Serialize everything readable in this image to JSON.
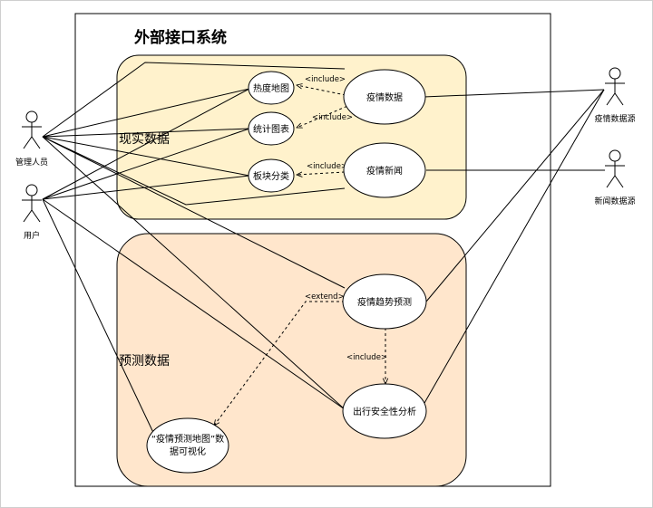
{
  "system": {
    "title": "外部接口系统"
  },
  "groups": {
    "real": "现实数据",
    "predict": "预测数据"
  },
  "actors": {
    "admin": "管理人员",
    "user": "用户",
    "epidemic_source": "疫情数据源",
    "news_source": "新闻数据源"
  },
  "usecases": {
    "heatmap": "热度地图",
    "stats": "统计图表",
    "board": "板块分类",
    "epidemic_data": "疫情数据",
    "epidemic_news": "疫情新闻",
    "trend": "疫情趋势预测",
    "travel": "出行安全性分析",
    "map_vis_line1": "“疫情预测地图”数",
    "map_vis_line2": "据可视化"
  },
  "relations": {
    "include1": "<include>",
    "include2": "<include>",
    "include3": "<include>",
    "include4": "<include>",
    "extend": "<extend>"
  }
}
